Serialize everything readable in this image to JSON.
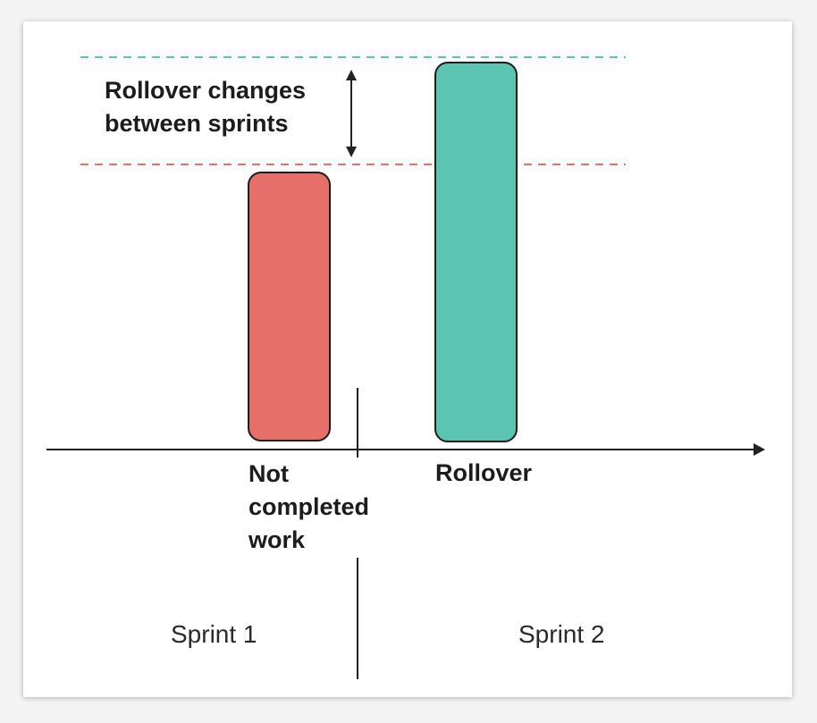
{
  "annotation": {
    "line1": "Rollover changes",
    "line2": "between sprints"
  },
  "bars": [
    {
      "label_lines": [
        "Not",
        "completed",
        "work"
      ],
      "color": "#e5706a"
    },
    {
      "label_lines": [
        "Rollover"
      ],
      "color": "#5bc5b2"
    }
  ],
  "sprints": [
    "Sprint 1",
    "Sprint 2"
  ],
  "colors": {
    "teal_line": "#5bc5b2",
    "red_line": "#e5706a",
    "axis": "#222222"
  }
}
